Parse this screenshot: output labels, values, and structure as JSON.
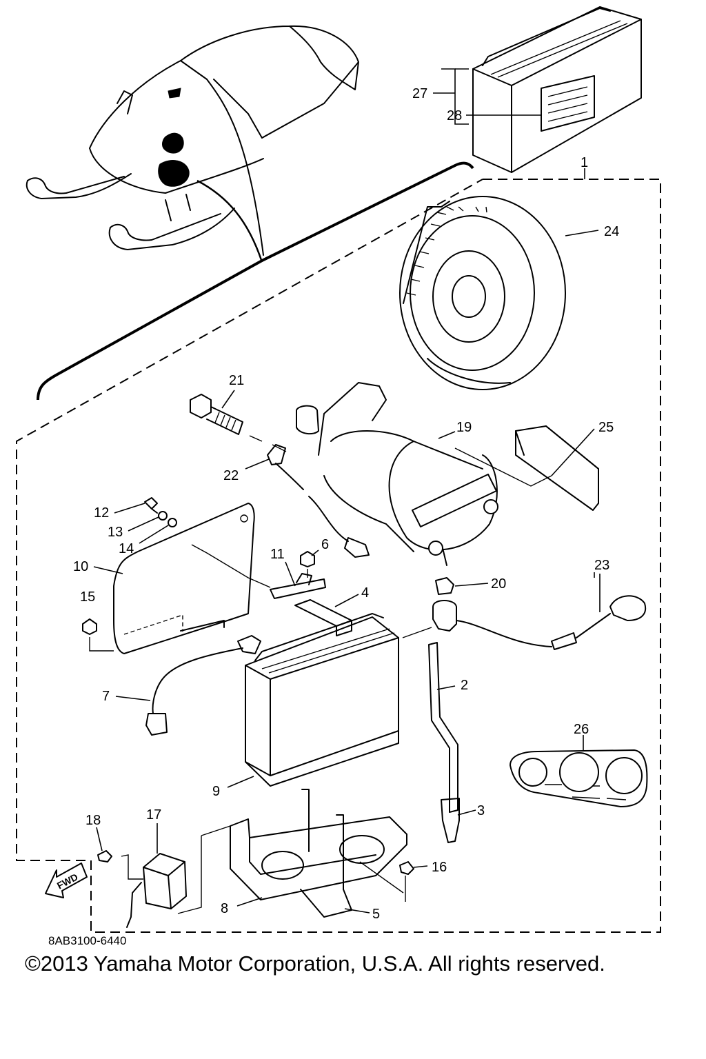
{
  "diagram_code": "8AB3100-6440",
  "copyright": "©2013 Yamaha Motor Corporation, U.S.A. All rights reserved.",
  "fwd_label": "FWD",
  "callouts": {
    "c1": "1",
    "c2": "2",
    "c3": "3",
    "c4": "4",
    "c5": "5",
    "c6": "6",
    "c7": "7",
    "c8": "8",
    "c9": "9",
    "c10": "10",
    "c11": "11",
    "c12": "12",
    "c13": "13",
    "c14": "14",
    "c15": "15",
    "c16": "16",
    "c17": "17",
    "c18": "18",
    "c19": "19",
    "c20": "20",
    "c21": "21",
    "c22": "22",
    "c23": "23",
    "c24": "24",
    "c25": "25",
    "c26": "26",
    "c27": "27",
    "c28": "28"
  }
}
